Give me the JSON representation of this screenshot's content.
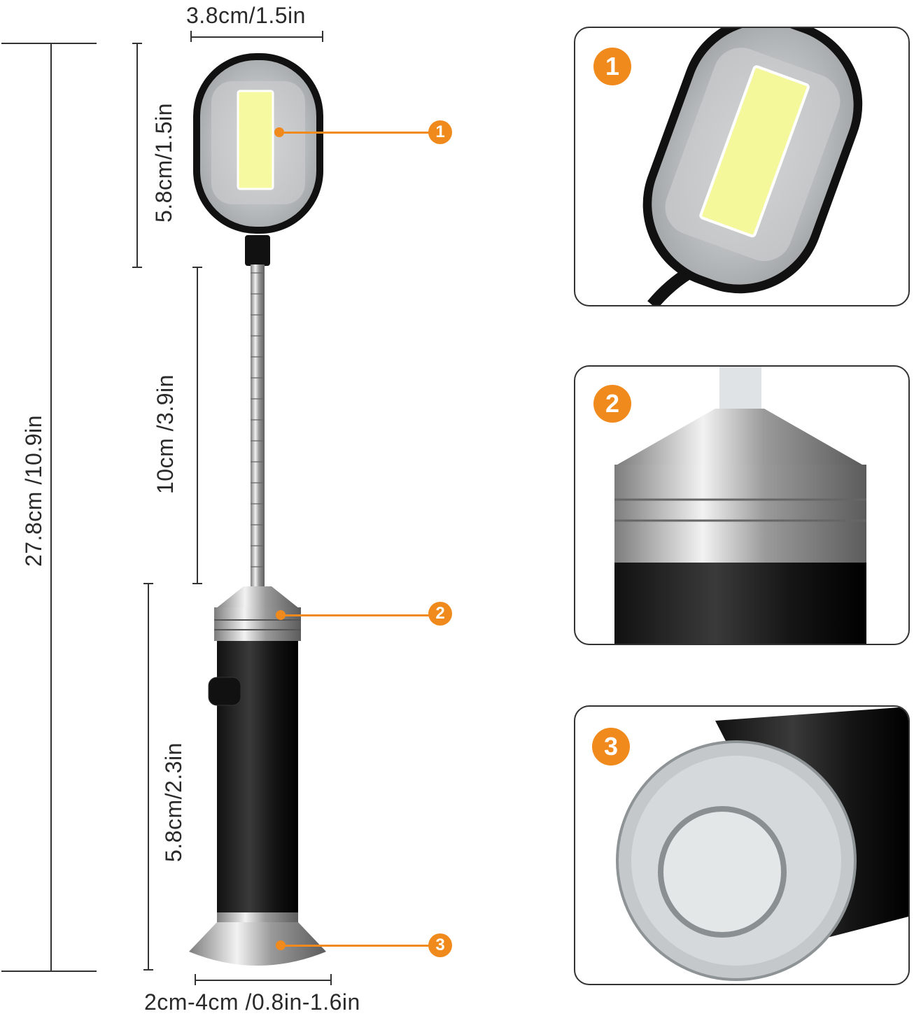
{
  "dimensions": {
    "head_width": "3.8cm/1.5in",
    "head_height": "5.8cm/1.5in",
    "gooseneck_length": "10cm /3.9in",
    "total_length": "27.8cm /10.9in",
    "handle_length": "5.8cm/2.3in",
    "base_width": "2cm-4cm /0.8in-1.6in"
  },
  "callouts": [
    {
      "number": "1"
    },
    {
      "number": "2"
    },
    {
      "number": "3"
    }
  ],
  "colors": {
    "accent": "#f08a1c",
    "outline": "#333333"
  }
}
